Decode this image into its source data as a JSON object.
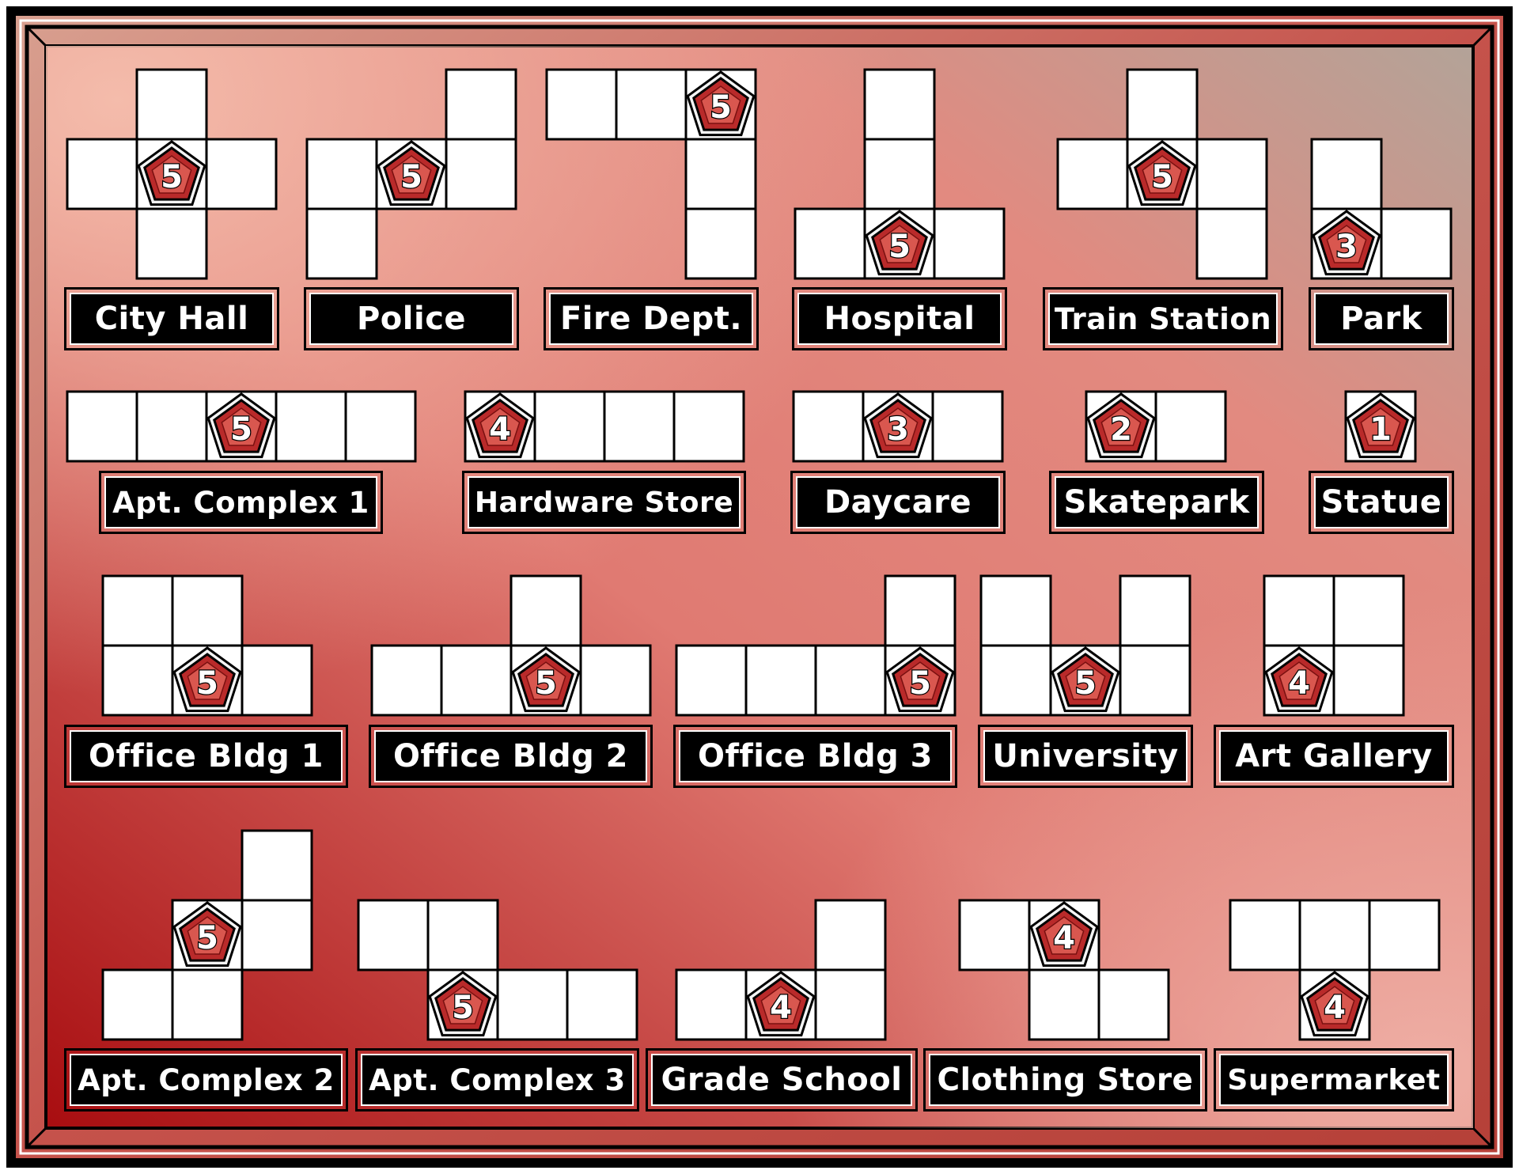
{
  "board": {
    "gradient": {
      "light": "#f2b8a6",
      "mid": "#e28a80",
      "dark": "#a80d10",
      "corner": "#b3a398"
    }
  },
  "buildings": [
    {
      "name": "City Hall",
      "value": "5"
    },
    {
      "name": "Police",
      "value": "5"
    },
    {
      "name": "Fire Dept.",
      "value": "5"
    },
    {
      "name": "Hospital",
      "value": "5"
    },
    {
      "name": "Train Station",
      "value": "5"
    },
    {
      "name": "Park",
      "value": "3"
    },
    {
      "name": "Apt. Complex 1",
      "value": "5"
    },
    {
      "name": "Hardware Store",
      "value": "4"
    },
    {
      "name": "Daycare",
      "value": "3"
    },
    {
      "name": "Skatepark",
      "value": "2"
    },
    {
      "name": "Statue",
      "value": "1"
    },
    {
      "name": "Office Bldg 1",
      "value": "5"
    },
    {
      "name": "Office Bldg 2",
      "value": "5"
    },
    {
      "name": "Office Bldg 3",
      "value": "5"
    },
    {
      "name": "University",
      "value": "5"
    },
    {
      "name": "Art Gallery",
      "value": "4"
    },
    {
      "name": "Apt. Complex 2",
      "value": "5"
    },
    {
      "name": "Apt. Complex 3",
      "value": "5"
    },
    {
      "name": "Grade School",
      "value": "4"
    },
    {
      "name": "Clothing Store",
      "value": "4"
    },
    {
      "name": "Supermarket",
      "value": "4"
    }
  ]
}
